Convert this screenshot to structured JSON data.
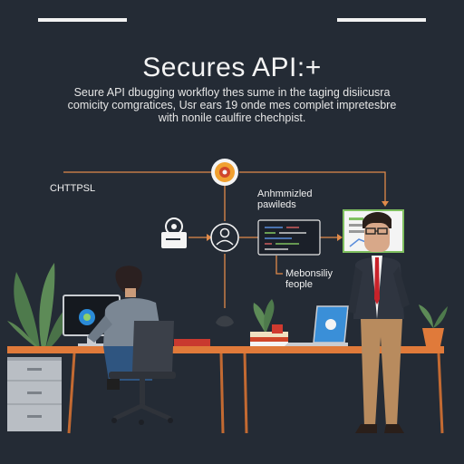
{
  "header": {
    "title": "Secures API:+",
    "subtitle_lines": [
      "Seure API dbugging workfloy thes sume in the taging disiicusra",
      "comicity comgratices, Usr ears 19 onde mes complet impretesbre",
      "with nonile caulfire chechpist."
    ]
  },
  "diagram": {
    "https_label": "CHTTPSL",
    "anonymized_label_line1": "Anhmmizled",
    "anonymized_label_line2": "pawileds",
    "people_label_line1": "Mebonsiliy",
    "people_label_line2": "feople"
  },
  "colors": {
    "background": "#242b35",
    "desk": "#e07a3a",
    "accent_orange": "#f0a030",
    "line": "#e08a4a"
  },
  "icons": [
    "gear-icon",
    "lock-icon",
    "user-icon",
    "code-window-icon",
    "plant-icon",
    "monitor-icon",
    "laptop-icon"
  ]
}
